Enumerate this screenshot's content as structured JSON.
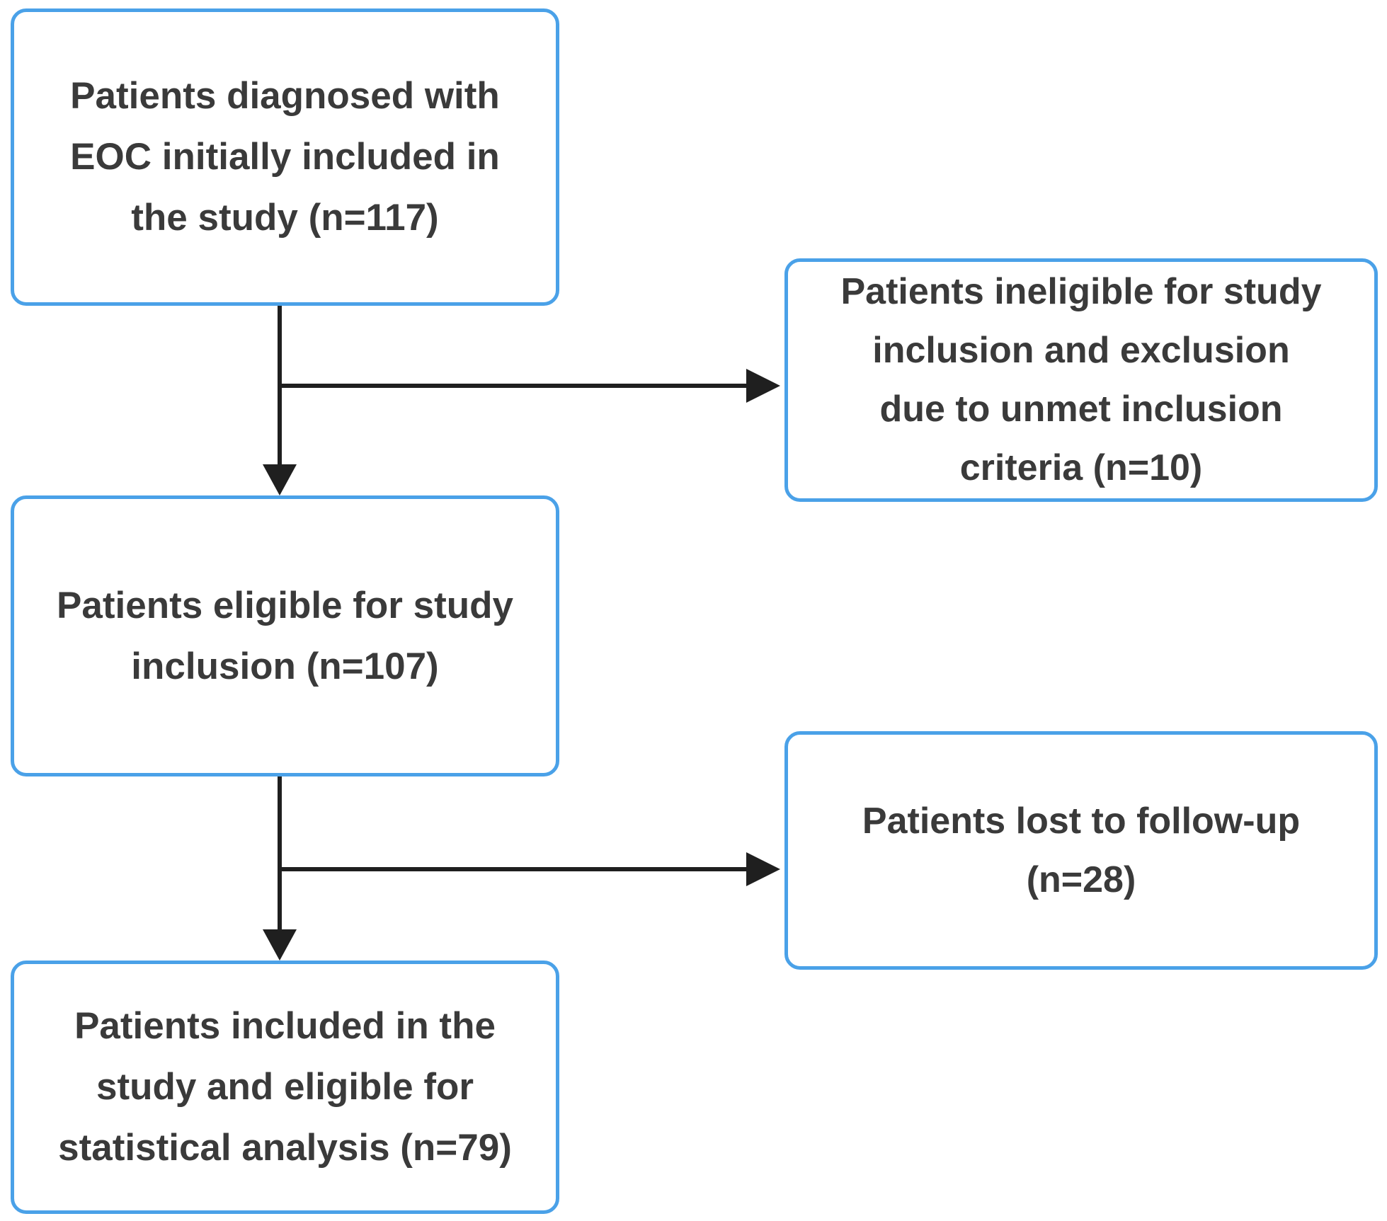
{
  "diagram_type": "study-flowchart",
  "colors": {
    "box_border": "#4aa1e8",
    "box_fill": "#ffffff",
    "text": "#3a3a3a",
    "arrow": "#1f1f1f",
    "background": "#ffffff"
  },
  "nodes": [
    {
      "id": "initial",
      "lines": [
        "Patients diagnosed with",
        "EOC initially included in",
        "the study (n=117)"
      ]
    },
    {
      "id": "ineligible",
      "lines": [
        "Patients ineligible for study",
        "inclusion and exclusion",
        "due to unmet inclusion",
        "criteria (n=10)"
      ]
    },
    {
      "id": "eligible",
      "lines": [
        "Patients eligible for study",
        "inclusion (n=107)"
      ]
    },
    {
      "id": "lost-follow-up",
      "lines": [
        "Patients lost to follow-up",
        "(n=28)"
      ]
    },
    {
      "id": "analysis",
      "lines": [
        "Patients included in the",
        "study and eligible for",
        "statistical analysis (n=79)"
      ]
    }
  ],
  "edges": [
    {
      "from": "initial",
      "to": "eligible"
    },
    {
      "from": "initial",
      "to": "ineligible"
    },
    {
      "from": "eligible",
      "to": "analysis"
    },
    {
      "from": "eligible",
      "to": "lost-follow-up"
    }
  ]
}
